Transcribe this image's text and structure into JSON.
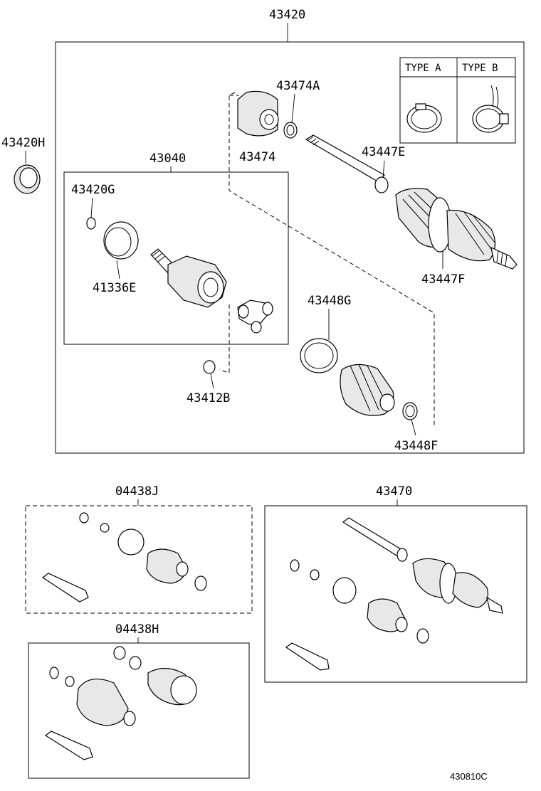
{
  "labels": {
    "assembly_main": "43420",
    "bearing_left": "43420H",
    "inboard_joint": "43040",
    "snap_ring_g": "43420G",
    "ring_e": "41336E",
    "damper": "43474",
    "clamp_a": "43474A",
    "clamp_e": "43447E",
    "clamp_f": "43447F",
    "boot_clamp_g": "43448G",
    "snap_ring_b": "43412B",
    "boot_clamp_f": "43448F",
    "kit_j": "04438J",
    "kit_h": "04438H",
    "outboard_assy": "43470",
    "type_a": "TYPE A",
    "type_b": "TYPE B"
  },
  "diagram_code": "430810C"
}
